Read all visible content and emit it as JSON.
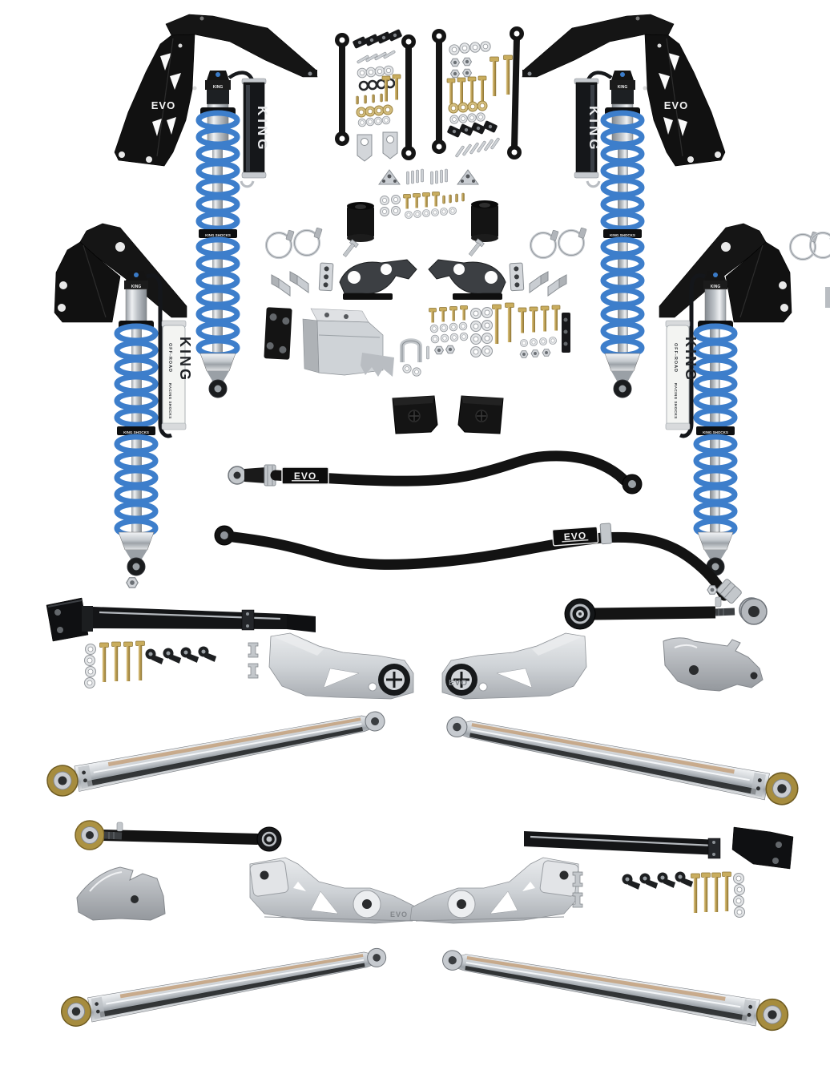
{
  "meta": {
    "type": "product-photo",
    "subject": "Jeep long-arm coilover suspension lift kit laid out on white background",
    "background": "#ffffff"
  },
  "brands": {
    "evo": "EVO",
    "king": "KING",
    "king_line1": "OFF-ROAD",
    "king_line2": "RACING SHOCKS",
    "king_collar": "KING SHOCKS"
  },
  "palette": {
    "background": "#ffffff",
    "black_parts": "#151515",
    "spring_blue": "#3d7ecb",
    "chrome": "#c9ccd1",
    "gold_hardware": "#c9ad5e",
    "gold_joint": "#a68c3e",
    "aluminum": "#d6d9dc",
    "cast_gray": "#b9bcc0",
    "reservoir_black": "#15171a",
    "reservoir_white": "#f3f4f2"
  },
  "parts": [
    {
      "name": "front-shock-tower-bracket",
      "qty": 2,
      "color": "#151515",
      "label": "EVO"
    },
    {
      "name": "rear-shock-tower-bracket",
      "qty": 2,
      "color": "#151515"
    },
    {
      "name": "king-coilover-front-piggyback-reservoir",
      "qty": 2,
      "spring_color": "#3d7ecb",
      "label": "KING"
    },
    {
      "name": "king-coilover-rear-remote-reservoir",
      "qty": 2,
      "spring_color": "#3d7ecb",
      "label": "KING OFF-ROAD RACING SHOCKS"
    },
    {
      "name": "sway-bar-end-link",
      "qty": 4
    },
    {
      "name": "reservoir-hose-clamp",
      "qty": 6
    },
    {
      "name": "bump-stop-spacer-cylinder",
      "qty": 2
    },
    {
      "name": "bump-stop-pad",
      "qty": 2
    },
    {
      "name": "front-track-bar",
      "qty": 1,
      "label": "EVO"
    },
    {
      "name": "rear-track-bar",
      "qty": 1,
      "label": "EVO"
    },
    {
      "name": "adjustable-lower-control-arm-black",
      "qty": 2
    },
    {
      "name": "short-control-arm-johnny-joint",
      "qty": 2
    },
    {
      "name": "aluminum-long-arm-control-arm",
      "qty": 4
    },
    {
      "name": "long-arm-frame-bracket-aluminum",
      "qty": 2,
      "label": "EVO"
    },
    {
      "name": "axle-long-arm-bracket-aluminum",
      "qty": 2,
      "label": "EVO"
    },
    {
      "name": "cast-axle-bracket",
      "qty": 2
    },
    {
      "name": "axle-shock-mount-bracket",
      "qty": 2
    },
    {
      "name": "track-bar-skid-bracket",
      "qty": 1
    },
    {
      "name": "hardware-bolts-nuts-washers-clevises",
      "qty": "multiple"
    }
  ]
}
